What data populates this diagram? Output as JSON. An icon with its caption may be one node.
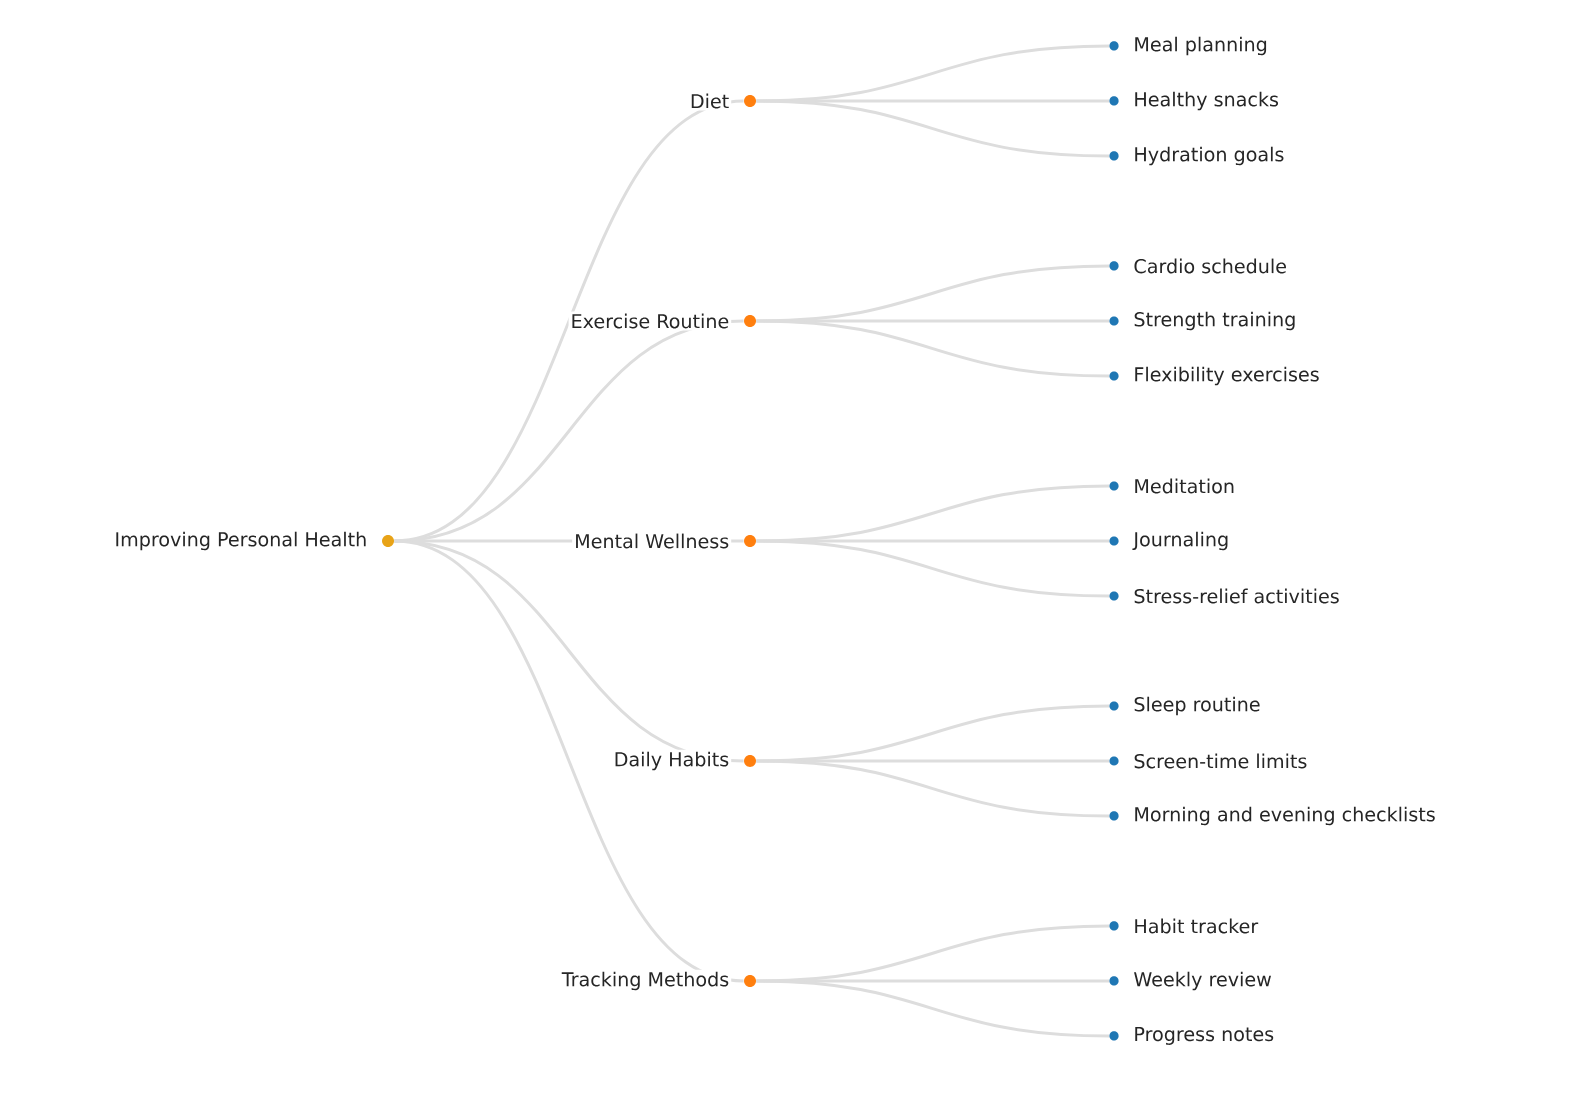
{
  "diagram": {
    "nodes": [
      {
        "text": [
          "Improving Personal Health"
        ]
      },
      {
        "text": [
          "Diet"
        ]
      },
      {
        "text": [
          "Meal planning"
        ]
      },
      {
        "text": [
          "Healthy snacks"
        ]
      },
      {
        "text": [
          "Hydration goals"
        ]
      },
      {
        "text": [
          "Exercise Routine"
        ]
      },
      {
        "text": [
          "Cardio schedule"
        ]
      },
      {
        "text": [
          "Strength training"
        ]
      },
      {
        "text": [
          "Flexibility exercises"
        ]
      },
      {
        "text": [
          "Mental Wellness"
        ]
      },
      {
        "text": [
          "Meditation"
        ]
      },
      {
        "text": [
          "Journaling"
        ]
      },
      {
        "text": [
          "Stress-relief activities"
        ]
      },
      {
        "text": [
          "Daily Habits"
        ]
      },
      {
        "text": [
          "Sleep routine"
        ]
      },
      {
        "text": [
          "Screen-time limits"
        ]
      },
      {
        "text": [
          "Morning and evening checklists"
        ]
      },
      {
        "text": [
          "Tracking Methods"
        ]
      },
      {
        "text": [
          "Habit tracker"
        ]
      },
      {
        "text": [
          "Weekly review"
        ]
      },
      {
        "text": [
          "Progress notes"
        ]
      }
    ],
    "edges": [
      {
        "from": 0,
        "to": 1,
        "arrow": "none"
      },
      {
        "from": 0,
        "to": 5,
        "arrow": "none"
      },
      {
        "from": 0,
        "to": 9,
        "arrow": "none"
      },
      {
        "from": 0,
        "to": 13,
        "arrow": "none"
      },
      {
        "from": 0,
        "to": 17,
        "arrow": "none"
      },
      {
        "from": 1,
        "to": 2,
        "arrow": "none"
      },
      {
        "from": 1,
        "to": 3,
        "arrow": "none"
      },
      {
        "from": 1,
        "to": 4,
        "arrow": "none"
      },
      {
        "from": 5,
        "to": 6,
        "arrow": "none"
      },
      {
        "from": 5,
        "to": 7,
        "arrow": "none"
      },
      {
        "from": 5,
        "to": 8,
        "arrow": "none"
      },
      {
        "from": 9,
        "to": 10,
        "arrow": "none"
      },
      {
        "from": 9,
        "to": 11,
        "arrow": "none"
      },
      {
        "from": 9,
        "to": 12,
        "arrow": "none"
      },
      {
        "from": 13,
        "to": 14,
        "arrow": "none"
      },
      {
        "from": 13,
        "to": 15,
        "arrow": "none"
      },
      {
        "from": 13,
        "to": 16,
        "arrow": "none"
      },
      {
        "from": 17,
        "to": 18,
        "arrow": "none"
      },
      {
        "from": 17,
        "to": 19,
        "arrow": "none"
      },
      {
        "from": 17,
        "to": 20,
        "arrow": "none"
      }
    ]
  }
}
